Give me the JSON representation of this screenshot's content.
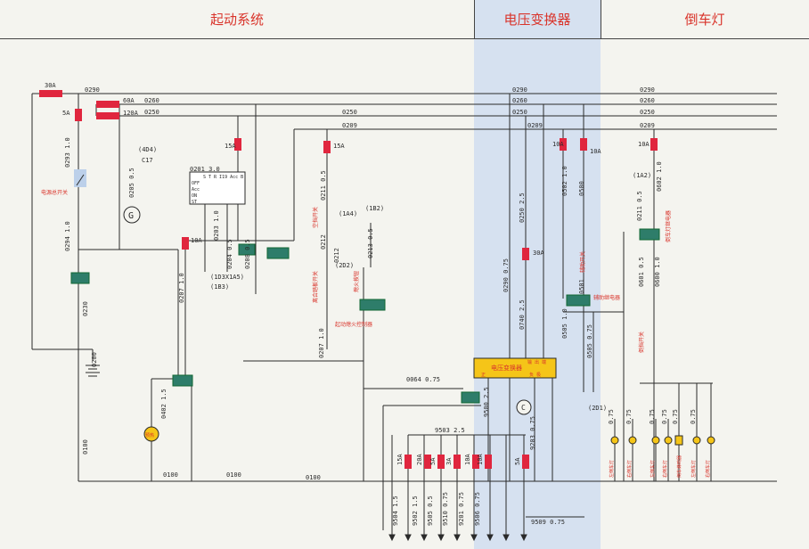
{
  "header": {
    "sections": [
      "起动系统",
      "电压变换器",
      "倒车灯"
    ]
  },
  "colors": {
    "wire": "#2a2a2a",
    "fuse": "#e0263e",
    "label_red": "#d9342b",
    "highlight_band": "#d6e1f0",
    "converter_box": "#f5c518",
    "relay": "#2e7d6a"
  },
  "bus": {
    "w0290": "0290",
    "w0260": "0260",
    "w0250": "0250",
    "w0209": "0209",
    "f30a": "30A",
    "f60a": "60A",
    "f120a": "120A",
    "f5a": "5A"
  },
  "start": {
    "w0293": "0293 1.0",
    "w0294": "0294 1.0",
    "w0230": "0230",
    "w0200": "0200",
    "w0100": "0100",
    "w0205": "0205 0.5",
    "w4d4": "(4D4)",
    "wc17": "C17",
    "gen": "G",
    "main_switch": "电源总开关",
    "f15a_a": "15A",
    "ign_title": "0201 3.0",
    "ign_cols": "S T R I19 Acc B",
    "ign_rows": [
      "OFF",
      "Acc",
      "ON",
      "ST"
    ],
    "w0203": "0203 1.0",
    "w0204": "0204 0.5",
    "w0208": "0208 0.5",
    "w1d3": "(1D3X1A5)",
    "w1b3": "(1B3)",
    "f10a_a": "10A",
    "w0207a": "0207 1.0",
    "w0402": "0402 1.5",
    "lamp_label": "预热",
    "f15a_b": "15A",
    "w0211": "0211 0.5",
    "w1a4": "(1A4)",
    "w0212a": "0212",
    "w0212b": "0212",
    "w2d2": "(2D2)",
    "neutral_switch": "空挡开关",
    "clutch_switch": "离合踏板开关",
    "w1b2": "(1B2)",
    "w0213": "0213 0.5",
    "stop_btn": "熄火按钮",
    "relay_note": "起动熄火控制器",
    "w0207b": "0207 1.0",
    "w0064": "0064 0.75",
    "w0100b": "0100",
    "w0100c": "0100"
  },
  "conv": {
    "w0290": "0290",
    "w0260": "0260",
    "w0250": "0250",
    "w0209": "0209",
    "w0250v": "0250 2.5",
    "w0290v": "0290 0.75",
    "w0740": "0740 2.5",
    "f30a": "30A",
    "box_title": "电压变换器",
    "box_top": "输 出 端",
    "box_left": "正",
    "box_right": "负 极",
    "w9500": "9500 2.5",
    "w9203": "9203 0.75",
    "w9503": "9503 2.5",
    "c": "C",
    "fuses": [
      "15A",
      "20A",
      "5A",
      "3A",
      "10A",
      "10A",
      "5A"
    ],
    "outs": [
      "9504 1.5",
      "9502 1.5",
      "9505 0.5",
      "9510 0.75",
      "9201 0.75",
      "9506 0.75"
    ],
    "w9509": "9509 0.75"
  },
  "rev": {
    "w0290": "0290",
    "w0260": "0260",
    "w0250": "0250",
    "w0209": "0209",
    "f10a1": "10A",
    "f10a2": "10A",
    "f10a3": "10A",
    "w0502": "0502 1.0",
    "w0500": "0500",
    "w0501": "0501",
    "aux_sw": "辅助开关",
    "aux_relay": "辅助继电器",
    "w0505a": "0505 1.0",
    "w0505b": "0505 0.75",
    "w2d1": "(2D1)",
    "w1a2": "(1A2)",
    "w0602": "0602 1.0",
    "w0211": "0211 0.5",
    "rev_relay": "倒车灯继电器",
    "w0601": "0601 0.5",
    "w0600": "0600 1.0",
    "rev_sw": "倒挡开关",
    "w075": [
      "0.75",
      "0.75",
      "0.75",
      "0.75",
      "0.75",
      "0.75"
    ],
    "lamps": [
      "左倒车灯",
      "右倒车灯",
      "左倒车灯",
      "右倒车灯",
      "倒车蜂鸣器",
      "左倒车灯",
      "右倒车灯"
    ]
  }
}
